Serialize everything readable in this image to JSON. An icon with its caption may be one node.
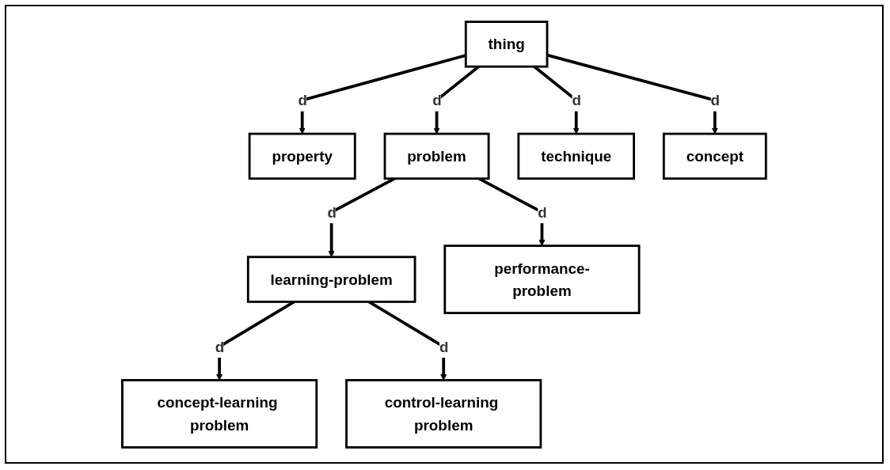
{
  "diagram": {
    "nodes": [
      {
        "text": [
          "thing"
        ]
      },
      {
        "text": [
          "property"
        ]
      },
      {
        "text": [
          "problem"
        ]
      },
      {
        "text": [
          "technique"
        ]
      },
      {
        "text": [
          "concept"
        ]
      },
      {
        "text": [
          "learning-problem"
        ]
      },
      {
        "text": [
          "performance-problem"
        ]
      },
      {
        "text": [
          "concept-learning problem"
        ]
      },
      {
        "text": [
          "control-learning problem"
        ]
      }
    ],
    "edges": [
      {
        "from": 0,
        "to": 1,
        "arrow": "to",
        "label": "d"
      },
      {
        "from": 0,
        "to": 2,
        "arrow": "to",
        "label": "d"
      },
      {
        "from": 0,
        "to": 3,
        "arrow": "to",
        "label": "d"
      },
      {
        "from": 0,
        "to": 4,
        "arrow": "to",
        "label": "d"
      },
      {
        "from": 2,
        "to": 5,
        "arrow": "to",
        "label": "d"
      },
      {
        "from": 2,
        "to": 6,
        "arrow": "to",
        "label": "d"
      },
      {
        "from": 5,
        "to": 7,
        "arrow": "to",
        "label": "d"
      },
      {
        "from": 5,
        "to": 8,
        "arrow": "to",
        "label": "d"
      }
    ]
  }
}
